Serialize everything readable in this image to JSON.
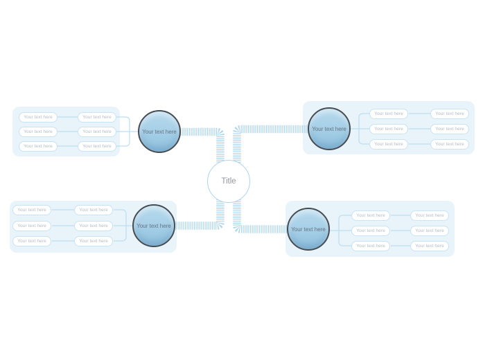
{
  "center": {
    "label": "Title"
  },
  "branches": [
    {
      "position": "top-left",
      "node": "Your text here",
      "level1": [
        "Your text here",
        "Your text here",
        "Your text here"
      ],
      "level2": [
        "Your text here",
        "Your text here",
        "Your text here"
      ]
    },
    {
      "position": "top-right",
      "node": "Your text here",
      "level1": [
        "Your text here",
        "Your text here",
        "Your text here"
      ],
      "level2": [
        "Your text here",
        "Your text here",
        "Your text here"
      ]
    },
    {
      "position": "bottom-left",
      "node": "Your text here",
      "level1": [
        "Your text here",
        "Your text here",
        "Your text here"
      ],
      "level2": [
        "Your text here",
        "Your text here",
        "Your text here"
      ]
    },
    {
      "position": "bottom-right",
      "node": "Your text here",
      "level1": [
        "Your text here",
        "Your text here",
        "Your text here"
      ],
      "level2": [
        "Your text here",
        "Your text here",
        "Your text here"
      ]
    }
  ],
  "colors": {
    "connector_stripe": "#add6ec",
    "wire_line": "#bcdef0",
    "panel_background": "#e9f3fa",
    "node_fill": "#a7d0e8",
    "node_border": "#454c52",
    "node_text": "#65727e",
    "pill_border": "#c7e3f4",
    "pill_text": "#b4bbc2",
    "center_border": "#a9d5ef",
    "center_text": "#8f979d"
  }
}
